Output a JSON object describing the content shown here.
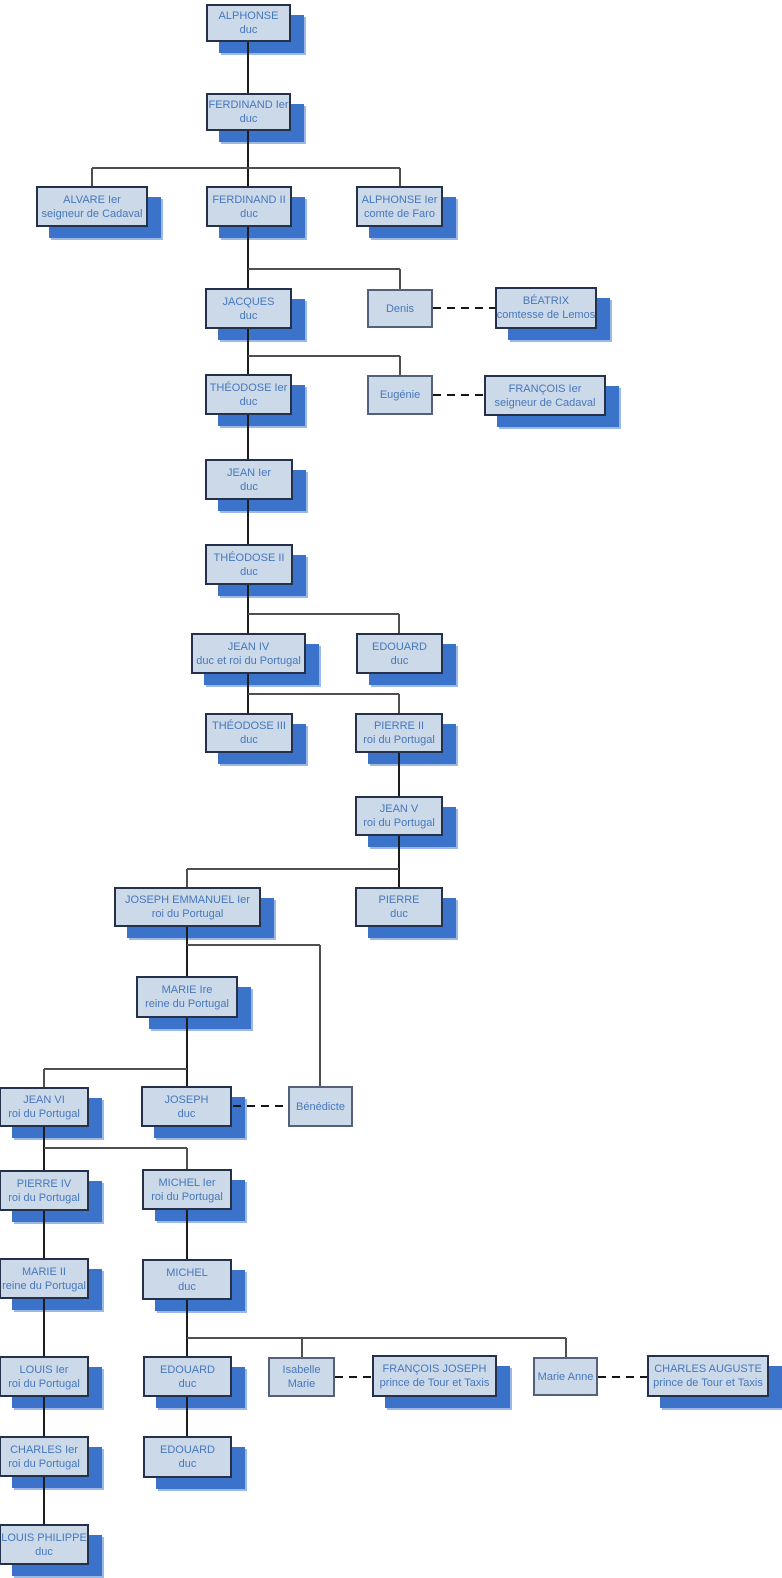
{
  "diagram": {
    "kind": "family-tree-org-chart",
    "colors": {
      "box_fill": "#ccd9e8",
      "box_border": "#25314a",
      "plain_box_border": "#55607a",
      "text": "#4678bd",
      "shadow": "#3a73c9",
      "connector": "#4f4f4f",
      "trunk_connector": "#1d1d1d",
      "marriage_dashed": "#161616",
      "background": "#ffffff"
    }
  },
  "nodes": [
    {
      "id": "alphonse",
      "name": "ALPHONSE",
      "title": "duc"
    },
    {
      "id": "ferdinand-1",
      "name": "FERDINAND Ier",
      "title": "duc"
    },
    {
      "id": "alvare-1",
      "name": "ALVARE Ier",
      "title": "seigneur de Cadaval"
    },
    {
      "id": "ferdinand-2",
      "name": "FERDINAND II",
      "title": "duc"
    },
    {
      "id": "alphonse-faro",
      "name": "ALPHONSE Ier",
      "title": "comte de Faro"
    },
    {
      "id": "jacques",
      "name": "JACQUES",
      "title": "duc"
    },
    {
      "id": "denis",
      "name": "Denis",
      "title": ""
    },
    {
      "id": "beatrix",
      "name": "BÉATRIX",
      "title": "comtesse de Lemos"
    },
    {
      "id": "theodose-1",
      "name": "THÉODOSE Ier",
      "title": "duc"
    },
    {
      "id": "eugenie",
      "name": "Eugénie",
      "title": ""
    },
    {
      "id": "francois-1",
      "name": "FRANÇOIS Ier",
      "title": "seigneur de Cadaval"
    },
    {
      "id": "jean-1",
      "name": "JEAN Ier",
      "title": "duc"
    },
    {
      "id": "theodose-2",
      "name": "THÉODOSE II",
      "title": "duc"
    },
    {
      "id": "jean-4",
      "name": "JEAN IV",
      "title": "duc et roi du Portugal"
    },
    {
      "id": "edouard-a",
      "name": "EDOUARD",
      "title": "duc"
    },
    {
      "id": "theodose-3",
      "name": "THÉODOSE III",
      "title": "duc"
    },
    {
      "id": "pierre-2",
      "name": "PIERRE II",
      "title": "roi du Portugal"
    },
    {
      "id": "jean-5",
      "name": "JEAN V",
      "title": "roi du Portugal"
    },
    {
      "id": "joseph-emmanuel",
      "name": "JOSEPH EMMANUEL Ier",
      "title": "roi du Portugal"
    },
    {
      "id": "pierre-duc",
      "name": "PIERRE",
      "title": "duc"
    },
    {
      "id": "marie-1",
      "name": "MARIE Ire",
      "title": "reine du Portugal"
    },
    {
      "id": "jean-6",
      "name": "JEAN VI",
      "title": "roi du Portugal"
    },
    {
      "id": "joseph-duc",
      "name": "JOSEPH",
      "title": "duc"
    },
    {
      "id": "benedicte",
      "name": "Bénédicte",
      "title": ""
    },
    {
      "id": "pierre-4",
      "name": "PIERRE IV",
      "title": "roi du Portugal"
    },
    {
      "id": "michel-1",
      "name": "MICHEL Ier",
      "title": "roi du Portugal"
    },
    {
      "id": "marie-2",
      "name": "MARIE II",
      "title": "reine du Portugal"
    },
    {
      "id": "michel-duc",
      "name": "MICHEL",
      "title": "duc"
    },
    {
      "id": "louis-1",
      "name": "LOUIS Ier",
      "title": "roi du Portugal"
    },
    {
      "id": "edouard-b",
      "name": "EDOUARD",
      "title": "duc"
    },
    {
      "id": "isabelle-marie",
      "name": "Isabelle Marie",
      "title": ""
    },
    {
      "id": "francois-joseph",
      "name": "FRANÇOIS JOSEPH",
      "title": "prince de Tour et Taxis"
    },
    {
      "id": "marie-anne",
      "name": "Marie Anne",
      "title": ""
    },
    {
      "id": "charles-auguste",
      "name": "CHARLES AUGUSTE",
      "title": "prince de Tour et Taxis"
    },
    {
      "id": "charles-1",
      "name": "CHARLES Ier",
      "title": "roi du Portugal"
    },
    {
      "id": "edouard-c",
      "name": "EDOUARD",
      "title": "duc"
    },
    {
      "id": "louis-philippe",
      "name": "LOUIS PHILIPPE",
      "title": "duc"
    }
  ],
  "edges": {
    "parent_child": [
      [
        "alphonse",
        "ferdinand-1"
      ],
      [
        "ferdinand-1",
        "alvare-1"
      ],
      [
        "ferdinand-1",
        "ferdinand-2"
      ],
      [
        "ferdinand-1",
        "alphonse-faro"
      ],
      [
        "ferdinand-2",
        "jacques"
      ],
      [
        "ferdinand-2",
        "denis"
      ],
      [
        "jacques",
        "theodose-1"
      ],
      [
        "jacques",
        "eugenie"
      ],
      [
        "theodose-1",
        "jean-1"
      ],
      [
        "jean-1",
        "theodose-2"
      ],
      [
        "theodose-2",
        "jean-4"
      ],
      [
        "theodose-2",
        "edouard-a"
      ],
      [
        "jean-4",
        "theodose-3"
      ],
      [
        "jean-4",
        "pierre-2"
      ],
      [
        "pierre-2",
        "jean-5"
      ],
      [
        "jean-5",
        "joseph-emmanuel"
      ],
      [
        "jean-5",
        "pierre-duc"
      ],
      [
        "joseph-emmanuel",
        "marie-1"
      ],
      [
        "joseph-emmanuel",
        "benedicte"
      ],
      [
        "marie-1",
        "jean-6"
      ],
      [
        "marie-1",
        "joseph-duc"
      ],
      [
        "jean-6",
        "pierre-4"
      ],
      [
        "jean-6",
        "michel-1"
      ],
      [
        "pierre-4",
        "marie-2"
      ],
      [
        "michel-1",
        "michel-duc"
      ],
      [
        "marie-2",
        "louis-1"
      ],
      [
        "michel-duc",
        "edouard-b"
      ],
      [
        "michel-duc",
        "isabelle-marie"
      ],
      [
        "michel-duc",
        "marie-anne"
      ],
      [
        "louis-1",
        "charles-1"
      ],
      [
        "edouard-b",
        "edouard-c"
      ],
      [
        "charles-1",
        "louis-philippe"
      ]
    ],
    "marriages": [
      [
        "denis",
        "beatrix"
      ],
      [
        "eugenie",
        "francois-1"
      ],
      [
        "joseph-duc",
        "benedicte"
      ],
      [
        "isabelle-marie",
        "francois-joseph"
      ],
      [
        "marie-anne",
        "charles-auguste"
      ]
    ]
  }
}
